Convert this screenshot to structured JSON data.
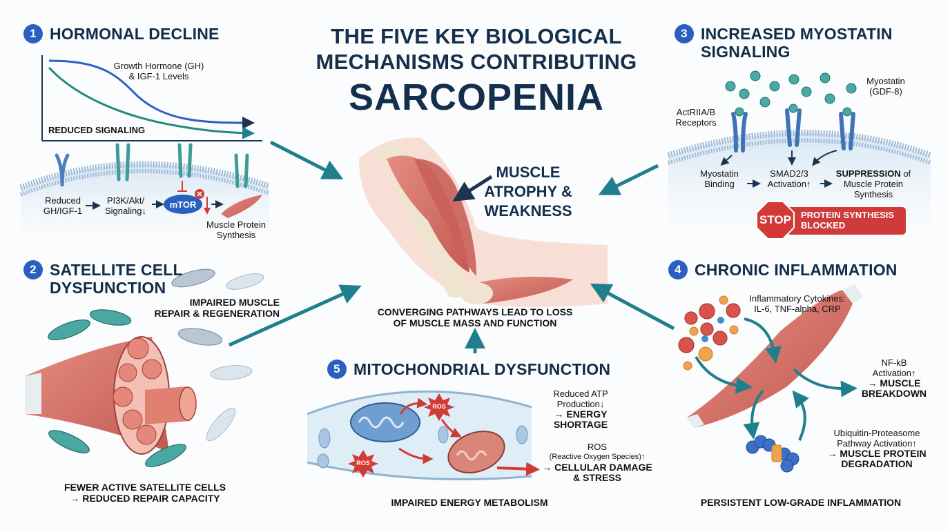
{
  "title": {
    "line1": "THE FIVE KEY BIOLOGICAL",
    "line2": "MECHANISMS CONTRIBUTING",
    "line3": "SARCOPENIA"
  },
  "center": {
    "outcome_line1": "MUSCLE",
    "outcome_line2": "ATROPHY &",
    "outcome_line3": "WEAKNESS",
    "summary_line1": "CONVERGING PATHWAYS LEAD TO LOSS",
    "summary_line2": "OF MUSCLE MASS AND FUNCTION"
  },
  "sections": {
    "hormonal": {
      "number": "1",
      "title": "HORMONAL DECLINE",
      "curve_label_line1": "Growth Hormone (GH)",
      "curve_label_line2": "& IGF-1 Levels",
      "axis_label": "REDUCED SIGNALING",
      "step1_line1": "Reduced",
      "step1_line2": "GH/IGF-1",
      "step2_line1": "PI3K/Akt/",
      "step2_line2": "Signaling↓",
      "step3": "mTOR",
      "step4_line1": "Muscle Protein",
      "step4_line2": "Synthesis"
    },
    "satellite": {
      "number": "2",
      "title_line1": "SATELLITE CELL",
      "title_line2": "DYSFUNCTION",
      "note_line1": "IMPAIRED MUSCLE",
      "note_line2": "REPAIR & REGENERATION",
      "footer_line1": "FEWER ACTIVE SATELLITE CELLS",
      "footer_line2": "→ REDUCED REPAIR CAPACITY"
    },
    "myostatin": {
      "number": "3",
      "title_line1": "INCREASED MYOSTATIN",
      "title_line2": "SIGNALING",
      "ligand_line1": "Myostatin",
      "ligand_line2": "(GDF-8)",
      "receptor_line1": "ActRIIA/B",
      "receptor_line2": "Receptors",
      "step1_line1": "Myostatin",
      "step1_line2": "Binding",
      "step2_line1": "SMAD2/3",
      "step2_line2": "Activation↑",
      "step3_bold": "SUPPRESSION",
      "step3_rest": " of",
      "step3_line2": "Muscle Protein",
      "step3_line3": "Synthesis",
      "stop_sign": "STOP",
      "banner_line1": "PROTEIN SYNTHESIS",
      "banner_line2": "BLOCKED"
    },
    "inflammation": {
      "number": "4",
      "title": "CHRONIC INFLAMMATION",
      "cytokines_line1": "Inflammatory Cytokines:",
      "cytokines_line2": "IL-6, TNF-alpha, CRP",
      "nfkb_line1": "NF-kB",
      "nfkb_line2": "Activation↑",
      "nfkb_line3": "→ MUSCLE",
      "nfkb_line4": "BREAKDOWN",
      "ups_line1": "Ubiquitin-Proteasome",
      "ups_line2": "Pathway Activation↑",
      "ups_line3": "→ MUSCLE PROTEIN",
      "ups_line4": "DEGRADATION",
      "footer": "PERSISTENT LOW-GRADE INFLAMMATION"
    },
    "mitochondrial": {
      "number": "5",
      "title": "MITOCHONDRIAL DYSFUNCTION",
      "ros_badge": "ROS",
      "atp_line1": "Reduced ATP",
      "atp_line2": "Production↓",
      "atp_line3": "→ ENERGY",
      "atp_line4": "SHORTAGE",
      "ros_line1": "ROS",
      "ros_line2": "(Reactive Oxygen Species)↑",
      "ros_line3": "→ CELLULAR DAMAGE",
      "ros_line4": "& STRESS",
      "footer": "IMPAIRED ENERGY METABOLISM"
    }
  },
  "colors": {
    "navy": "#102c48",
    "badge_blue": "#2a5fc0",
    "teal": "#1f7f8c",
    "muscle_red": "#d9706a",
    "alert_red": "#cf3a3a",
    "membrane_bg": "#e3eef8"
  }
}
